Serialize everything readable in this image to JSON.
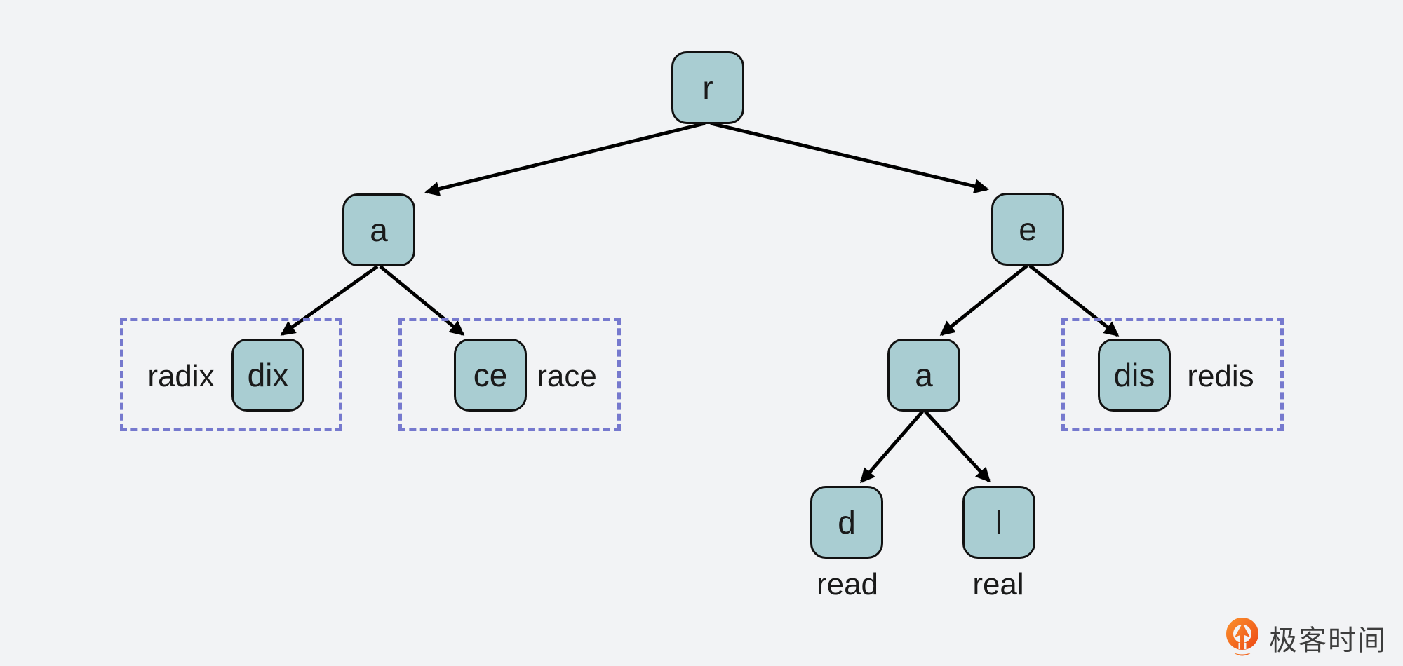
{
  "diagram": {
    "title_hint": "radix tree of words radix, race, redis, read, real",
    "nodes": [
      {
        "id": "root",
        "label": "r"
      },
      {
        "id": "left-a",
        "label": "a"
      },
      {
        "id": "right-e",
        "label": "e"
      },
      {
        "id": "dix",
        "label": "dix"
      },
      {
        "id": "ce",
        "label": "ce"
      },
      {
        "id": "mid-a",
        "label": "a"
      },
      {
        "id": "dis",
        "label": "dis"
      },
      {
        "id": "d",
        "label": "d"
      },
      {
        "id": "l",
        "label": "l"
      }
    ],
    "words": [
      {
        "id": "radix",
        "label": "radix"
      },
      {
        "id": "race",
        "label": "race"
      },
      {
        "id": "redis",
        "label": "redis"
      },
      {
        "id": "read",
        "label": "read"
      },
      {
        "id": "real",
        "label": "real"
      }
    ]
  },
  "colors": {
    "background": "#f2f3f5",
    "node_fill": "#a9cdd2",
    "node_border": "#111111",
    "edge": "#000000",
    "group_border": "#7679ce",
    "text": "#1a1a1a",
    "logo_orange": "#f26218",
    "logo_text_color": "#3d3d3d"
  },
  "branding": {
    "logo_text": "极客时间"
  }
}
